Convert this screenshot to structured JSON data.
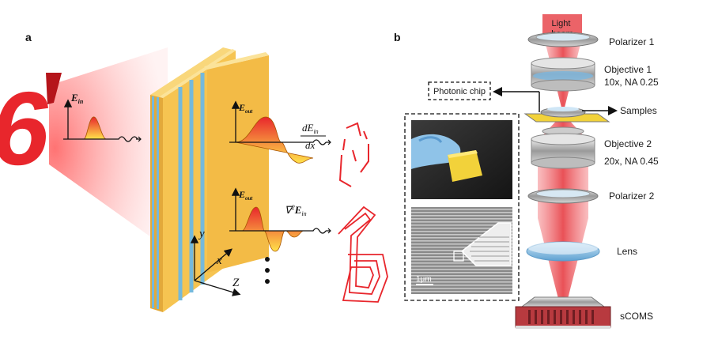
{
  "panels": {
    "a": "a",
    "b": "b"
  },
  "panel_a": {
    "input_digit": "6",
    "e_in": {
      "main": "E",
      "sub": "in"
    },
    "e_out_1": {
      "main": "E",
      "sub": "out"
    },
    "e_out_2": {
      "main": "E",
      "sub": "out"
    },
    "deriv_1": {
      "num_main": "dE",
      "num_sub": "in",
      "den": "dx"
    },
    "deriv_2": {
      "prefix": "∇",
      "sup": "2",
      "main": "E",
      "sub": "in"
    },
    "axes": {
      "y": "y",
      "x": "x",
      "z": "Z"
    },
    "colors": {
      "red_digit": "#e8262c",
      "slab_yellow": "#f6c451",
      "slab_blue": "#74b9dc"
    }
  },
  "panel_b": {
    "light_beam": [
      "Light",
      "beam"
    ],
    "polarizer_1": "Polarizer 1",
    "objective_1": [
      "Objective 1",
      "10x, NA 0.25"
    ],
    "samples": "Samples",
    "photonic_chip": "Photonic chip",
    "objective_2": [
      "Objective 2",
      "20x, NA 0.45"
    ],
    "polarizer_2": "Polarizer 2",
    "lens": "Lens",
    "camera": "sCOMS",
    "scale_bar": "1μm",
    "colors": {
      "beam_red": "#e8484e",
      "optic_blue": "#7fb6dc",
      "chip_yellow": "#f2d23a"
    }
  }
}
